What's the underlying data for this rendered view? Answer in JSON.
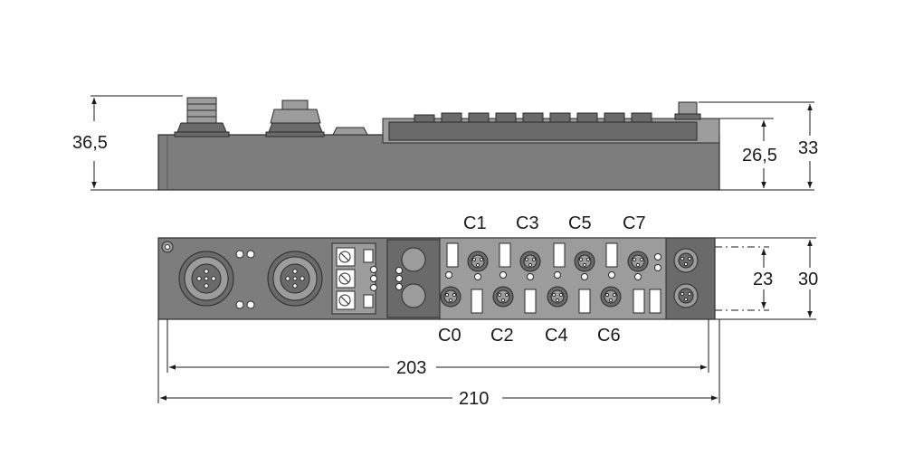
{
  "side_view": {
    "dims": {
      "overall_height": "36,5",
      "body_height": "26,5",
      "height_right": "33"
    }
  },
  "front_view": {
    "dims": {
      "mount_spacing": "203",
      "overall_length": "210",
      "inner_height": "23",
      "outer_height": "30"
    },
    "channels_top": [
      "C1",
      "C3",
      "C5",
      "C7"
    ],
    "channels_bottom": [
      "C0",
      "C2",
      "C4",
      "C6"
    ]
  }
}
